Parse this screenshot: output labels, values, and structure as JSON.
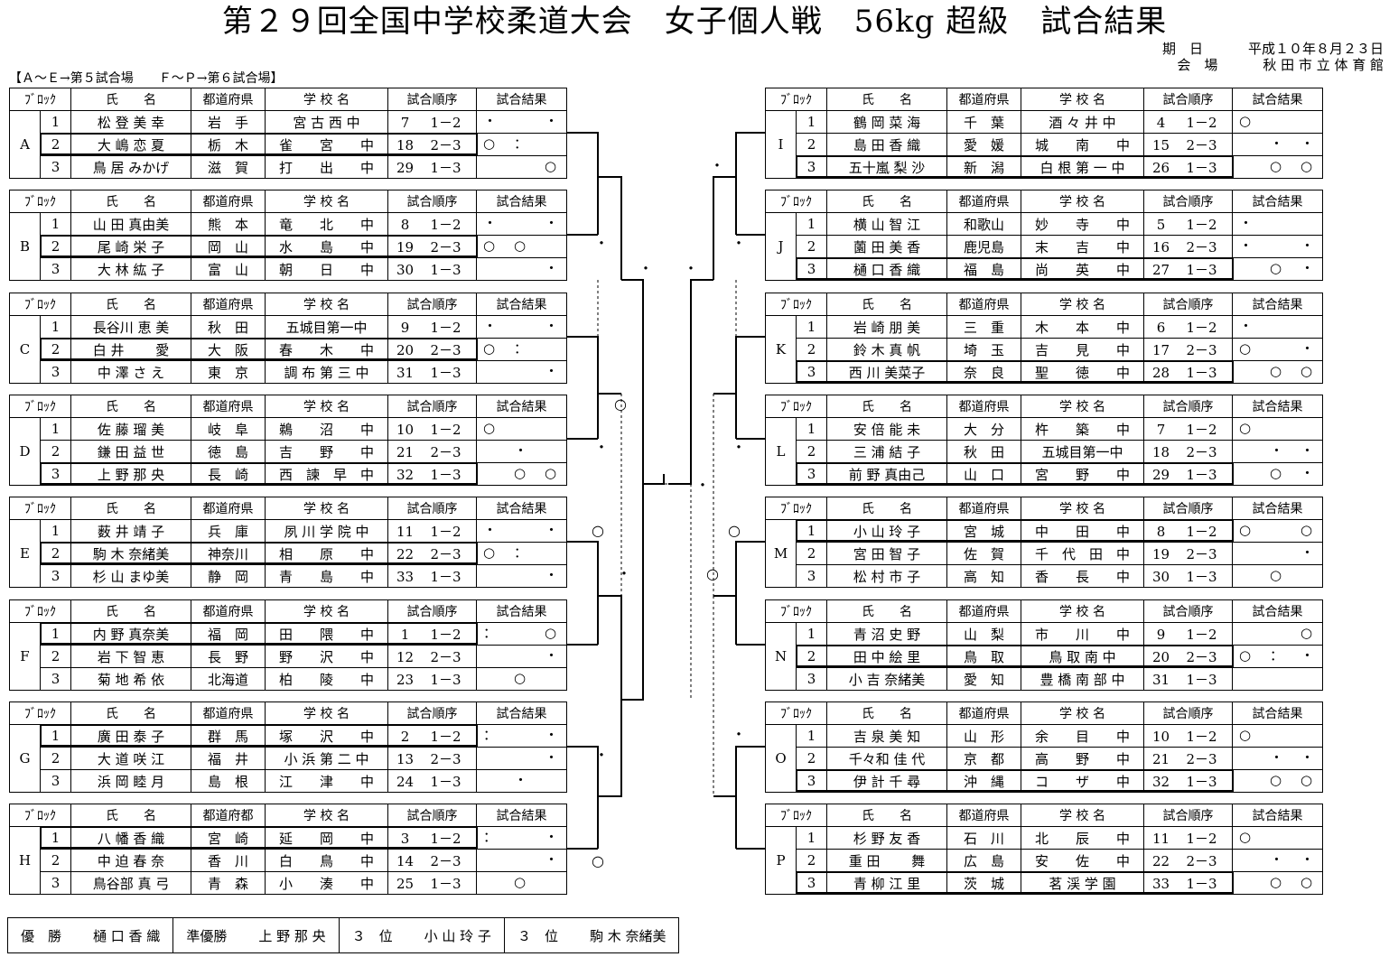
{
  "title": "第２９回全国中学校柔道大会　女子個人戦　56kg 超級　試合結果",
  "meta": {
    "date_label": "期　日",
    "date_value": "平成１０年８月２３日",
    "venue_label": "会　場",
    "venue_value": "秋 田 市 立 体 育 館"
  },
  "note": "【Ａ～Ｅ→第５試合場　　Ｆ～Ｐ→第６試合場】",
  "headers": {
    "block": "ﾌﾞﾛｯｸ",
    "name": "氏　　名",
    "pref": "都道府県",
    "school": "学 校 名",
    "order": "試合順序",
    "result": "試合結果"
  },
  "pref_header_alt": "都道府都",
  "blocks": [
    {
      "id": "A",
      "rows": [
        {
          "no": "1",
          "name": "松 登 美 幸",
          "pref": "岩　手",
          "school": "宮 古 西 中",
          "order_no": "7",
          "order": "1－2"
        },
        {
          "no": "2",
          "name": "大 嶋 恋 夏",
          "pref": "栃　木",
          "school": "雀　　宮　　中",
          "order_no": "18",
          "order": "2－3"
        },
        {
          "no": "3",
          "name": "鳥 居 みかげ",
          "pref": "滋　賀",
          "school": "打　　出　　中",
          "order_no": "29",
          "order": "1－3"
        }
      ]
    },
    {
      "id": "B",
      "rows": [
        {
          "no": "1",
          "name": "山 田 真由美",
          "pref": "熊　本",
          "school": "竜　　北　　中",
          "order_no": "8",
          "order": "1－2"
        },
        {
          "no": "2",
          "name": "尾 崎 栄 子",
          "pref": "岡　山",
          "school": "水　　島　　中",
          "order_no": "19",
          "order": "2－3"
        },
        {
          "no": "3",
          "name": "大 林 紘 子",
          "pref": "富　山",
          "school": "朝　　日　　中",
          "order_no": "30",
          "order": "1－3"
        }
      ]
    },
    {
      "id": "C",
      "rows": [
        {
          "no": "1",
          "name": "長谷川 恵 美",
          "pref": "秋　田",
          "school": "五城目第一中",
          "order_no": "9",
          "order": "1－2"
        },
        {
          "no": "2",
          "name": "白 井　　 愛",
          "pref": "大　阪",
          "school": "春　　木　　中",
          "order_no": "20",
          "order": "2－3"
        },
        {
          "no": "3",
          "name": "中 澤 さ え",
          "pref": "東　京",
          "school": "調 布 第 三 中",
          "order_no": "31",
          "order": "1－3"
        }
      ]
    },
    {
      "id": "D",
      "rows": [
        {
          "no": "1",
          "name": "佐 藤 瑠 美",
          "pref": "岐　阜",
          "school": "鵜　　沼　　中",
          "order_no": "10",
          "order": "1－2"
        },
        {
          "no": "2",
          "name": "鎌 田 益 世",
          "pref": "徳　島",
          "school": "吉　　野　　中",
          "order_no": "21",
          "order": "2－3"
        },
        {
          "no": "3",
          "name": "上 野 那 央",
          "pref": "長　崎",
          "school": "西　諫　早　中",
          "order_no": "32",
          "order": "1－3"
        }
      ]
    },
    {
      "id": "E",
      "rows": [
        {
          "no": "1",
          "name": "薮 井 靖 子",
          "pref": "兵　庫",
          "school": "夙 川 学 院 中",
          "order_no": "11",
          "order": "1－2"
        },
        {
          "no": "2",
          "name": "駒 木 奈緒美",
          "pref": "神奈川",
          "school": "相　　原　　中",
          "order_no": "22",
          "order": "2－3"
        },
        {
          "no": "3",
          "name": "杉 山 まゆ美",
          "pref": "静　岡",
          "school": "青　　島　　中",
          "order_no": "33",
          "order": "1－3"
        }
      ]
    },
    {
      "id": "F",
      "rows": [
        {
          "no": "1",
          "name": "内 野 真奈美",
          "pref": "福　岡",
          "school": "田　　隈　　中",
          "order_no": "1",
          "order": "1－2"
        },
        {
          "no": "2",
          "name": "岩 下 智 恵",
          "pref": "長　野",
          "school": "野　　沢　　中",
          "order_no": "12",
          "order": "2－3"
        },
        {
          "no": "3",
          "name": "菊 地 希 依",
          "pref": "北海道",
          "school": "柏　　陵　　中",
          "order_no": "23",
          "order": "1－3"
        }
      ]
    },
    {
      "id": "G",
      "rows": [
        {
          "no": "1",
          "name": "廣 田 泰 子",
          "pref": "群　馬",
          "school": "塚　　沢　　中",
          "order_no": "2",
          "order": "1－2"
        },
        {
          "no": "2",
          "name": "大 道 咲 江",
          "pref": "福　井",
          "school": "小 浜 第 二 中",
          "order_no": "13",
          "order": "2－3"
        },
        {
          "no": "3",
          "name": "浜 岡 睦 月",
          "pref": "島　根",
          "school": "江　　津　　中",
          "order_no": "24",
          "order": "1－3"
        }
      ]
    },
    {
      "id": "H",
      "rows": [
        {
          "no": "1",
          "name": "八 幡 香 織",
          "pref": "宮　崎",
          "school": "延　　岡　　中",
          "order_no": "3",
          "order": "1－2"
        },
        {
          "no": "2",
          "name": "中 迫 春 奈",
          "pref": "香　川",
          "school": "白　　鳥　　中",
          "order_no": "14",
          "order": "2－3"
        },
        {
          "no": "3",
          "name": "鳥谷部 真 弓",
          "pref": "青　森",
          "school": "小　　湊　　中",
          "order_no": "25",
          "order": "1－3"
        }
      ]
    },
    {
      "id": "I",
      "rows": [
        {
          "no": "1",
          "name": "鶴 岡 菜 海",
          "pref": "千　葉",
          "school": "酒 々 井 中",
          "order_no": "4",
          "order": "1－2"
        },
        {
          "no": "2",
          "name": "島 田 香 織",
          "pref": "愛　媛",
          "school": "城　　南　　中",
          "order_no": "15",
          "order": "2－3"
        },
        {
          "no": "3",
          "name": "五十嵐 梨 沙",
          "pref": "新　潟",
          "school": "白 根 第 一 中",
          "order_no": "26",
          "order": "1－3"
        }
      ]
    },
    {
      "id": "J",
      "rows": [
        {
          "no": "1",
          "name": "横 山 智 江",
          "pref": "和歌山",
          "school": "妙　　寺　　中",
          "order_no": "5",
          "order": "1－2"
        },
        {
          "no": "2",
          "name": "薗 田 美 香",
          "pref": "鹿児島",
          "school": "末　　吉　　中",
          "order_no": "16",
          "order": "2－3"
        },
        {
          "no": "3",
          "name": "樋 口 香 織",
          "pref": "福　島",
          "school": "尚　　英　　中",
          "order_no": "27",
          "order": "1－3"
        }
      ]
    },
    {
      "id": "K",
      "rows": [
        {
          "no": "1",
          "name": "岩 崎 朋 美",
          "pref": "三　重",
          "school": "木　　本　　中",
          "order_no": "6",
          "order": "1－2"
        },
        {
          "no": "2",
          "name": "鈴 木 真 帆",
          "pref": "埼　玉",
          "school": "吉　　見　　中",
          "order_no": "17",
          "order": "2－3"
        },
        {
          "no": "3",
          "name": "西 川 美菜子",
          "pref": "奈　良",
          "school": "聖　　徳　　中",
          "order_no": "28",
          "order": "1－3"
        }
      ]
    },
    {
      "id": "L",
      "rows": [
        {
          "no": "1",
          "name": "安 倍 能 未",
          "pref": "大　分",
          "school": "杵　　築　　中",
          "order_no": "7",
          "order": "1－2"
        },
        {
          "no": "2",
          "name": "三 浦 結 子",
          "pref": "秋　田",
          "school": "五城目第一中",
          "order_no": "18",
          "order": "2－3"
        },
        {
          "no": "3",
          "name": "前 野 真由己",
          "pref": "山　口",
          "school": "宮　　野　　中",
          "order_no": "29",
          "order": "1－3"
        }
      ]
    },
    {
      "id": "M",
      "rows": [
        {
          "no": "1",
          "name": "小 山 玲 子",
          "pref": "宮　城",
          "school": "中　　田　　中",
          "order_no": "8",
          "order": "1－2"
        },
        {
          "no": "2",
          "name": "宮 田 智 子",
          "pref": "佐　賀",
          "school": "千　代　田　中",
          "order_no": "19",
          "order": "2－3"
        },
        {
          "no": "3",
          "name": "松 村 市 子",
          "pref": "高　知",
          "school": "香　　長　　中",
          "order_no": "30",
          "order": "1－3"
        }
      ]
    },
    {
      "id": "N",
      "rows": [
        {
          "no": "1",
          "name": "青 沼 史 野",
          "pref": "山　梨",
          "school": "市　　川　　中",
          "order_no": "9",
          "order": "1－2"
        },
        {
          "no": "2",
          "name": "田 中 絵 里",
          "pref": "鳥　取",
          "school": "鳥 取 南 中",
          "order_no": "20",
          "order": "2－3"
        },
        {
          "no": "3",
          "name": "小 吉 奈緒美",
          "pref": "愛　知",
          "school": "豊 橋 南 部 中",
          "order_no": "31",
          "order": "1－3"
        }
      ]
    },
    {
      "id": "O",
      "rows": [
        {
          "no": "1",
          "name": "吉 泉 美 知",
          "pref": "山　形",
          "school": "余　　目　　中",
          "order_no": "10",
          "order": "1－2"
        },
        {
          "no": "2",
          "name": "千々和 佳 代",
          "pref": "京　都",
          "school": "高　　野　　中",
          "order_no": "21",
          "order": "2－3"
        },
        {
          "no": "3",
          "name": "伊 計 千 尋",
          "pref": "沖　縄",
          "school": "コ　　ザ　　中",
          "order_no": "32",
          "order": "1－3"
        }
      ]
    },
    {
      "id": "P",
      "rows": [
        {
          "no": "1",
          "name": "杉 野 友 香",
          "pref": "石　川",
          "school": "北　　辰　　中",
          "order_no": "11",
          "order": "1－2"
        },
        {
          "no": "2",
          "name": "重 田　　 舞",
          "pref": "広　島",
          "school": "安　　佐　　中",
          "order_no": "22",
          "order": "2－3"
        },
        {
          "no": "3",
          "name": "青 柳 江 里",
          "pref": "茨　城",
          "school": "茗 渓 学 園",
          "order_no": "33",
          "order": "1－3"
        }
      ]
    }
  ],
  "marks": {
    "win": "○",
    "ippon": "・",
    "draw": "："
  },
  "final": {
    "first_label": "優　勝",
    "first_name": "樋 口 香 織",
    "second_label": "準優勝",
    "second_name": "上 野 那 央",
    "third_label": "３　位",
    "third_name1": "小 山 玲 子",
    "third_label2": "３　位",
    "third_name2": "駒 木 奈緒美"
  }
}
